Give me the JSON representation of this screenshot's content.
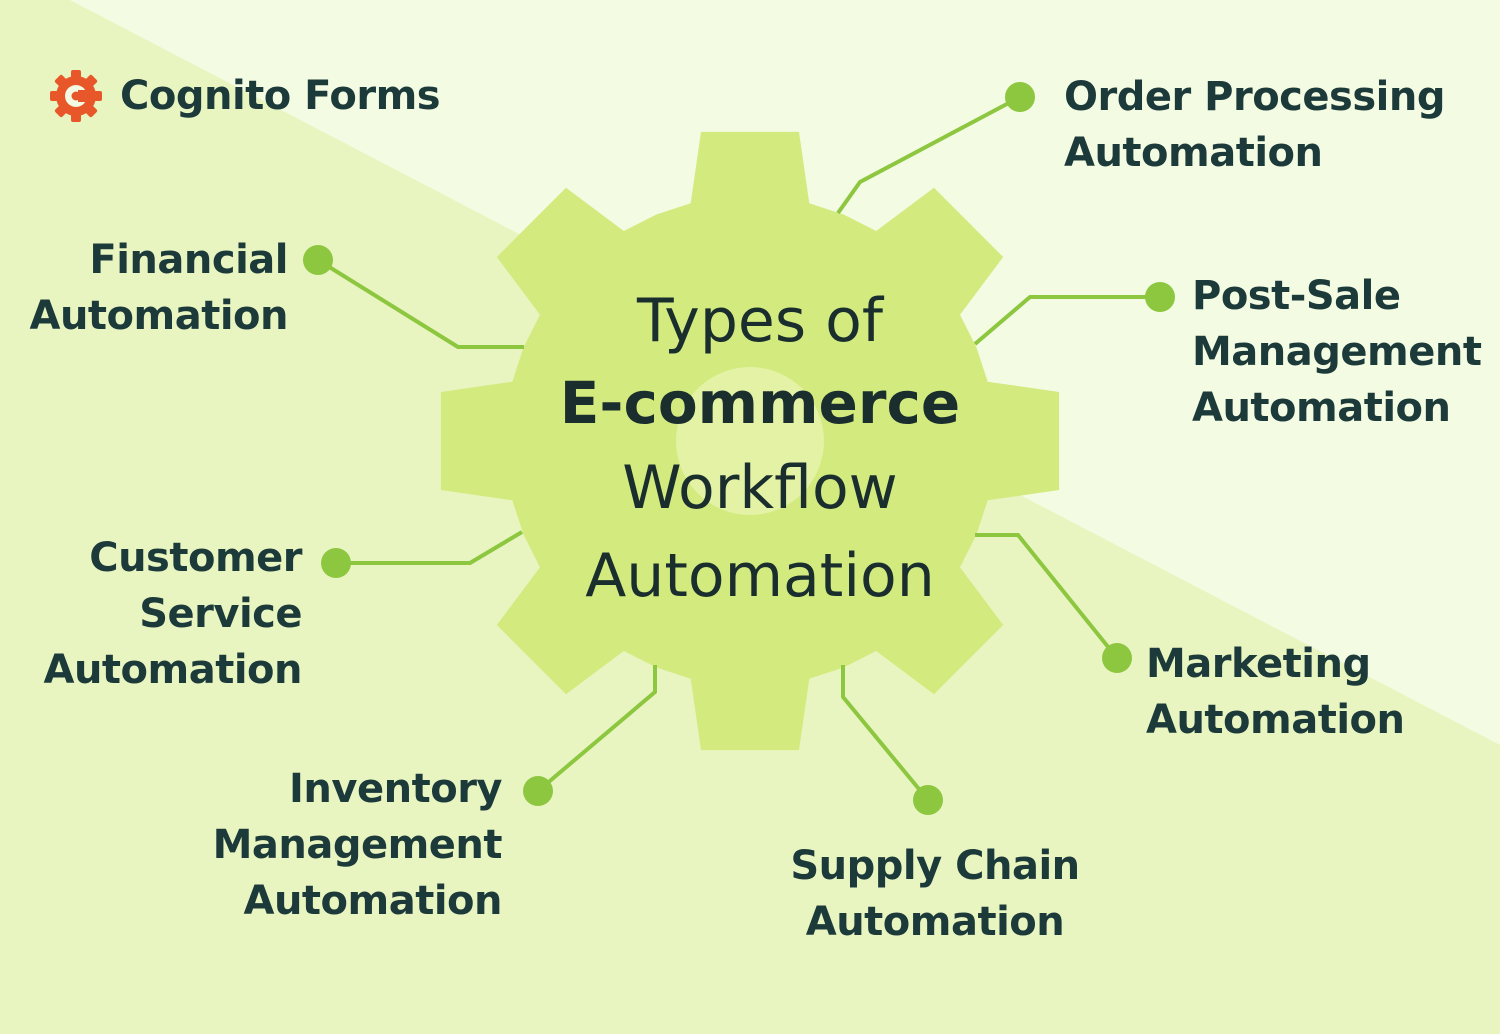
{
  "brand": {
    "name": "Cognito Forms",
    "logo_icon": "gear-c-icon",
    "logo_color": "#e8572a"
  },
  "colors": {
    "bg_light": "#f3fbe2",
    "bg_mid": "#e9f5c1",
    "gear": "#d3ea7f",
    "connector": "#8dc63f",
    "text": "#1d3a3a"
  },
  "title": {
    "line1": "Types of",
    "line2": "E-commerce",
    "line3": "Workflow",
    "line4": "Automation"
  },
  "items": {
    "order": {
      "line1": "Order Processing",
      "line2": "Automation"
    },
    "post_sale": {
      "line1": "Post-Sale",
      "line2": "Management",
      "line3": "Automation"
    },
    "marketing": {
      "line1": "Marketing",
      "line2": "Automation"
    },
    "supply_chain": {
      "line1": "Supply Chain",
      "line2": "Automation"
    },
    "inventory": {
      "line1": "Inventory",
      "line2": "Management",
      "line3": "Automation"
    },
    "customer_service": {
      "line1": "Customer",
      "line2": "Service",
      "line3": "Automation"
    },
    "financial": {
      "line1": "Financial",
      "line2": "Automation"
    }
  }
}
